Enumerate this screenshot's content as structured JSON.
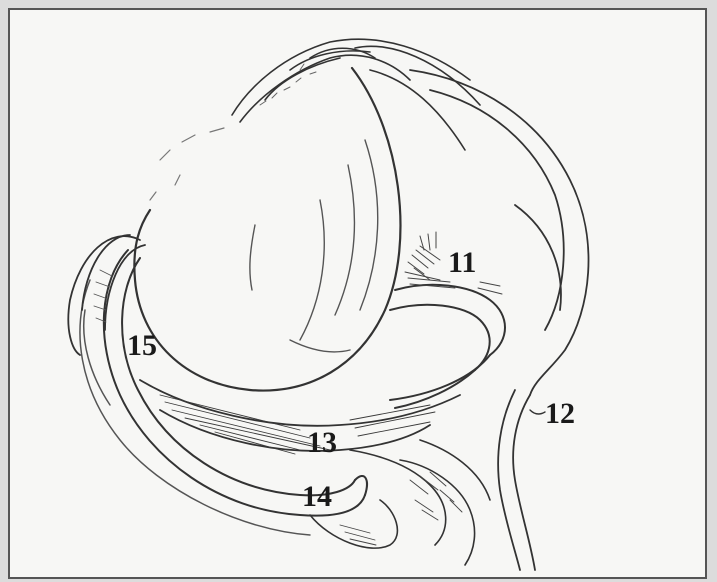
{
  "figure": {
    "labels": {
      "l11": "11",
      "l12": "12",
      "l13": "13",
      "l14": "14",
      "l15": "15"
    }
  }
}
